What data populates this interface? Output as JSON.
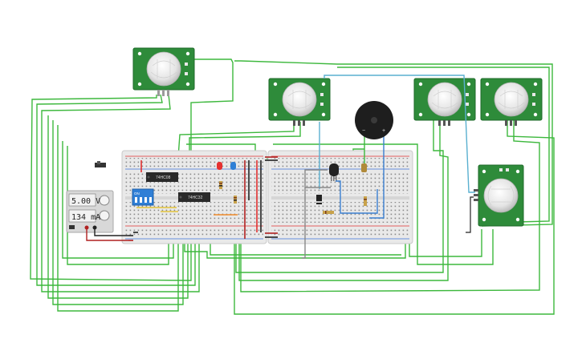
{
  "power_supply": {
    "voltage": "5.00 V",
    "current": "134 mA"
  },
  "chips": {
    "chip1": "74HC08",
    "chip2": "74HC32"
  },
  "dip_switch": {
    "label": "ON"
  },
  "buzzer": {
    "neg_label": "−",
    "pos_label": "+"
  },
  "pir_sensors": [
    {
      "id": "pir-1"
    },
    {
      "id": "pir-2"
    },
    {
      "id": "pir-3"
    },
    {
      "id": "pir-4"
    },
    {
      "id": "pir-5"
    }
  ],
  "colors": {
    "wire_green": "#3db83d",
    "pcb_green": "#2e8b3a",
    "breadboard": "#e9e9e9",
    "rail_red": "#e03030",
    "rail_blue": "#3a6fd8"
  }
}
